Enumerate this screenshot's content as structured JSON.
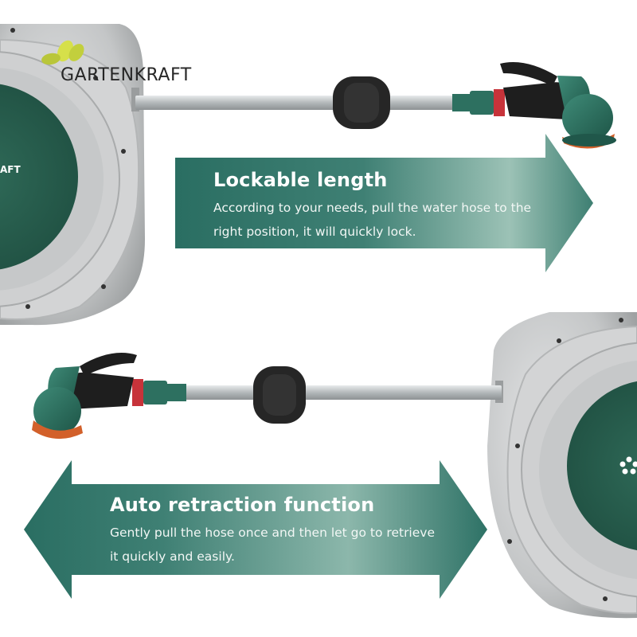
{
  "brand": {
    "name": "GARTENKRAFT",
    "reel_label": "AFT",
    "colors": {
      "leaf_light": "#d6e04a",
      "leaf_dark": "#b9c63a"
    }
  },
  "feature_top": {
    "title": "Lockable length",
    "description": "According to your needs, pull the water hose to the right position, it will quickly lock."
  },
  "feature_bottom": {
    "title": "Auto retraction function",
    "description": "Gently pull the hose once and then let go to retrieve it quickly and easily."
  },
  "colors": {
    "arrow_dark": "#2a6e62",
    "arrow_light": "#b8d6cc",
    "reel_housing": "#c9cacb",
    "reel_drum": "#2f6a58",
    "hose_metal": "#b7bcbe",
    "nozzle_green": "#2d7060",
    "grip_black": "#1e1e1e",
    "ring_orange": "#d2602a"
  }
}
